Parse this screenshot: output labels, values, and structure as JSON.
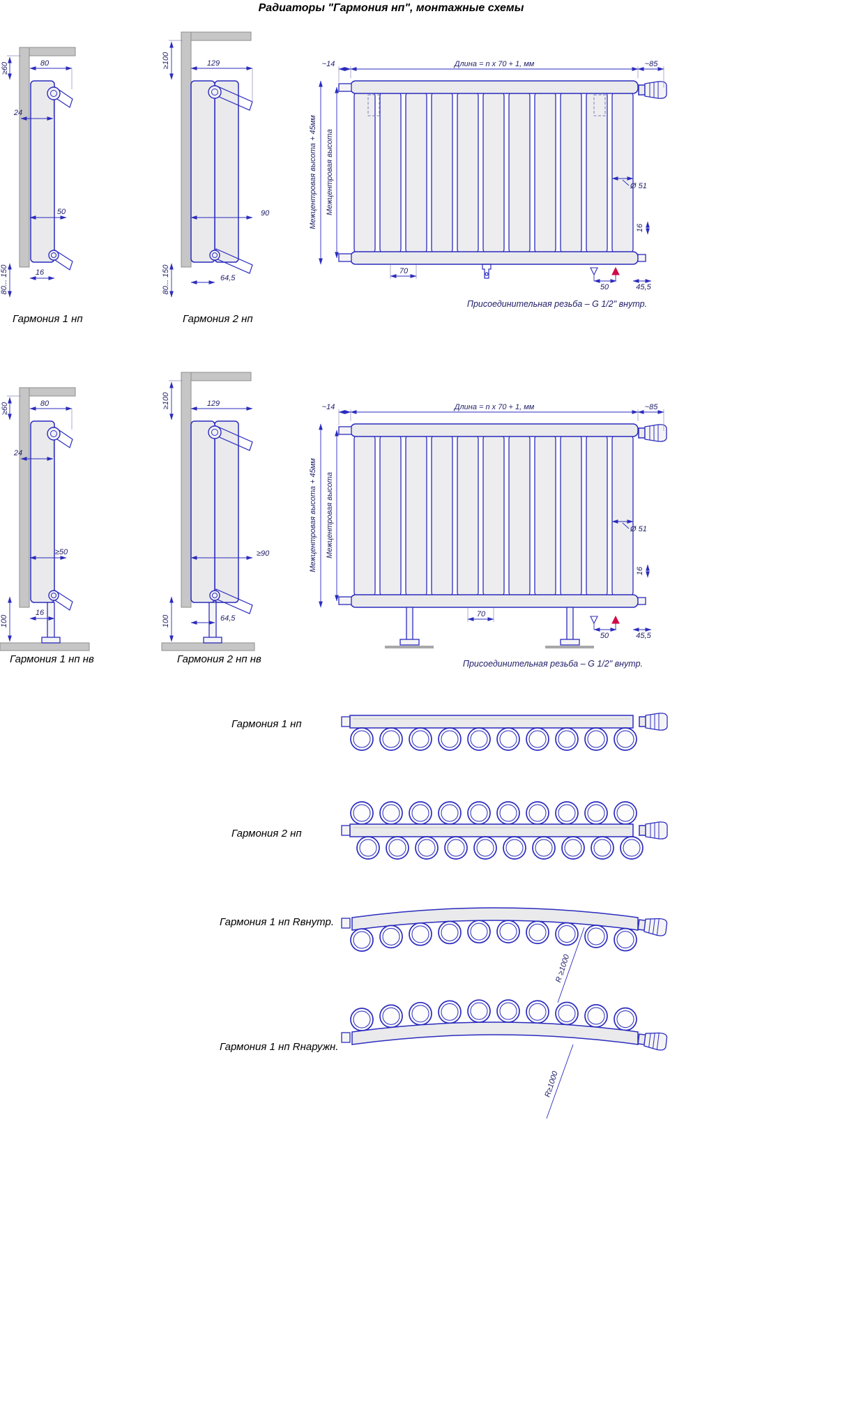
{
  "title": "Радиаторы \"Гармония нп\", монтажные схемы",
  "counts": {
    "front_tubes": 11,
    "top_rings": 10
  },
  "colors": {
    "outline": "#2b2bbe",
    "fill": "#eaeaec",
    "wall": "#c6c6c6",
    "dim_text": "#20206a",
    "marker_red": "#d00a46"
  },
  "s1": {
    "d1": {
      "label": "Гармония 1 нп",
      "dim_a": "≥60",
      "dim_b": "80",
      "dim_c": "24",
      "dim_d": "50",
      "dim_e": "16",
      "dim_f": "80... 150"
    },
    "d2": {
      "label": "Гармония 2 нп",
      "dim_a": "≥100",
      "dim_b": "129",
      "dim_c": "90",
      "dim_d": "64,5",
      "dim_f": "80... 150"
    },
    "front": {
      "dim_14": "~14",
      "dim_len": "Длина = n x 70 + 1, мм",
      "dim_85": "~85",
      "rot_a": "Межцентровая высота + 45мм",
      "rot_b": "Межцентровая высота",
      "dia": "Ø 51",
      "dim_16": "16",
      "dim_70": "70",
      "dim_50": "50",
      "dim_455": "45,5",
      "note": "Присоединительная резьба – G 1/2\" внутр."
    }
  },
  "s2": {
    "d1": {
      "label": "Гармония 1 нп нв",
      "dim_a": "≥60",
      "dim_b": "80",
      "dim_c": "24",
      "dim_d": "≥50",
      "dim_e": "16",
      "dim_f": "100"
    },
    "d2": {
      "label": "Гармония 2 нп нв",
      "dim_a": "≥100",
      "dim_b": "129",
      "dim_c": "≥90",
      "dim_d": "64,5",
      "dim_f": "100"
    },
    "front": {
      "dim_14": "~14",
      "dim_len": "Длина = n x 70 + 1, мм",
      "dim_85": "~85",
      "rot_a": "Межцентровая высота + 45мм",
      "rot_b": "Межцентровая высота",
      "dia": "Ø 51",
      "dim_16": "16",
      "dim_70": "70",
      "dim_50": "50",
      "dim_455": "45,5",
      "note": "Присоединительная резьба – G 1/2\" внутр."
    }
  },
  "s3": {
    "v1": {
      "label": "Гармония 1 нп"
    },
    "v2": {
      "label": "Гармония 2 нп"
    },
    "v3": {
      "label": "Гармония 1 нп Rвнутр.",
      "radius": "R ≥1000"
    },
    "v4": {
      "label": "Гармония 1 нп Rнаружн.",
      "radius": "R≥1000"
    }
  }
}
